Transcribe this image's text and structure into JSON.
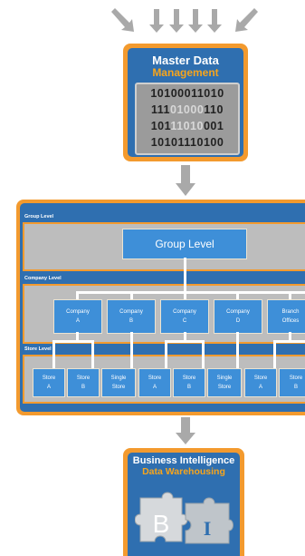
{
  "master": {
    "title": "Master Data",
    "subtitle": "Management",
    "binary": [
      {
        "a": "10100011010",
        "b": "",
        "c": ""
      },
      {
        "a": "111",
        "b": "01000",
        "c": "110"
      },
      {
        "a": "101",
        "b": "11010",
        "c": "001"
      },
      {
        "a": "10101110100",
        "b": "",
        "c": ""
      }
    ]
  },
  "org": {
    "group_band_label": "Group Level",
    "group_box_label": "Group Level",
    "company_band_label": "Company Level",
    "companies": [
      {
        "line1": "Company",
        "line2": "A"
      },
      {
        "line1": "Company",
        "line2": "B"
      },
      {
        "line1": "Company",
        "line2": "C"
      },
      {
        "line1": "Company",
        "line2": "D"
      },
      {
        "line1": "Branch",
        "line2": "Offices"
      }
    ],
    "store_band_label": "Store Level",
    "stores": [
      {
        "line1": "Store",
        "line2": "A"
      },
      {
        "line1": "Store",
        "line2": "B"
      },
      {
        "line1": "Single",
        "line2": "Store"
      },
      {
        "line1": "Store",
        "line2": "A"
      },
      {
        "line1": "Store",
        "line2": "B"
      },
      {
        "line1": "Single",
        "line2": "Store"
      },
      {
        "line1": "Store",
        "line2": "A"
      },
      {
        "line1": "Store",
        "line2": "B"
      }
    ]
  },
  "bi": {
    "title": "Business Intelligence",
    "subtitle": "Data Warehousing",
    "puzzle_letter_b": "B",
    "puzzle_letter_i": "I"
  },
  "colors": {
    "orange": "#f39a2e",
    "blue_dark": "#2f6fb0",
    "blue_box": "#3e8fd8",
    "gray_band": "#bdbdbd",
    "arrow_gray": "#a9a9a9"
  }
}
